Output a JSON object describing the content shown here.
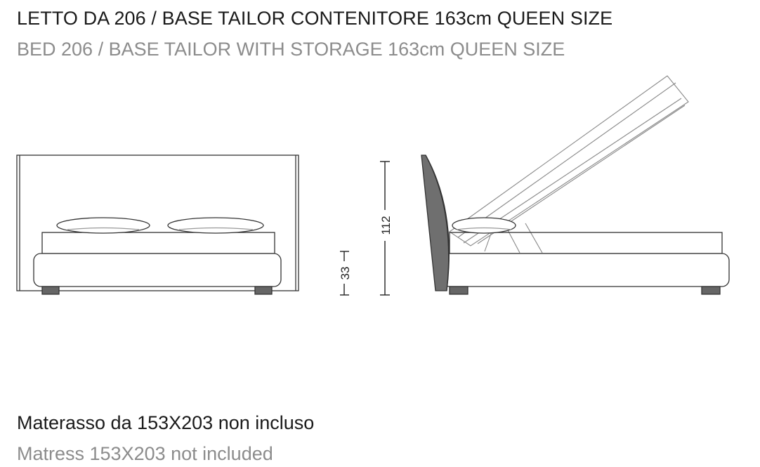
{
  "header": {
    "title_it": "LETTO DA 206 / BASE TAILOR CONTENITORE 163cm QUEEN SIZE",
    "title_en": "BED 206 / BASE TAILOR WITH STORAGE 163cm QUEEN SIZE"
  },
  "dimensions": {
    "height_base": "33",
    "height_total": "112"
  },
  "footer": {
    "note_it": "Materasso da 153X203 non incluso",
    "note_en": "Matress 153X203 not included"
  },
  "colors": {
    "title_primary": "#1a1a1a",
    "title_secondary": "#8c8c8c",
    "line": "#333333",
    "feet": "#666666"
  }
}
